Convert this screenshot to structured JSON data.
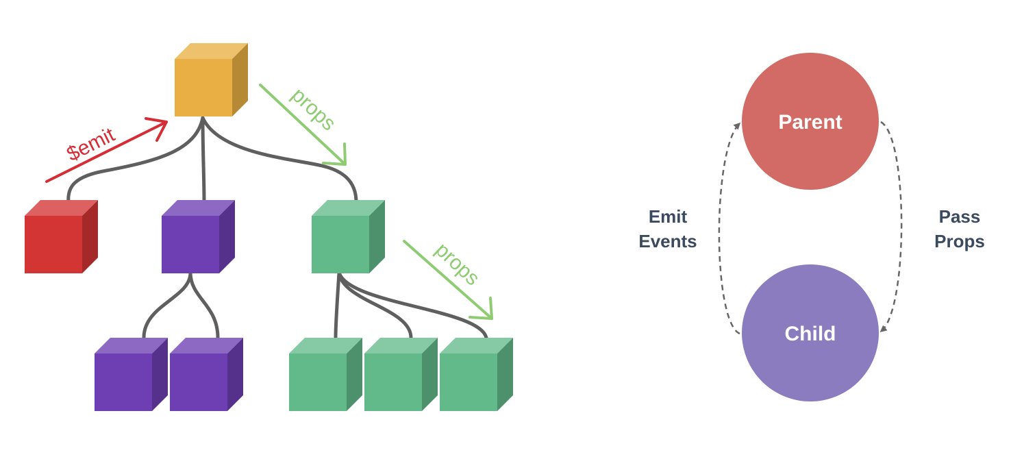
{
  "tree": {
    "emit_label": "$emit",
    "props_label_top": "props",
    "props_label_bottom": "props"
  },
  "flow": {
    "parent_label": "Parent",
    "child_label": "Child",
    "left_label_line1": "Emit",
    "left_label_line2": "Events",
    "right_label_line1": "Pass",
    "right_label_line2": "Props"
  },
  "colors": {
    "root_cube": "#E9AF44",
    "red_cube": "#D33434",
    "purple_cube": "#6E3FB3",
    "green_cube": "#62BA8B",
    "connector": "#5F5F5F",
    "emit_arrow": "#D52C36",
    "props_arrow": "#8FCB73",
    "parent_circle": "#D26B66",
    "child_circle": "#8A7CBE",
    "flow_text": "#3B4A5E",
    "dashed_arrow": "#666666"
  }
}
